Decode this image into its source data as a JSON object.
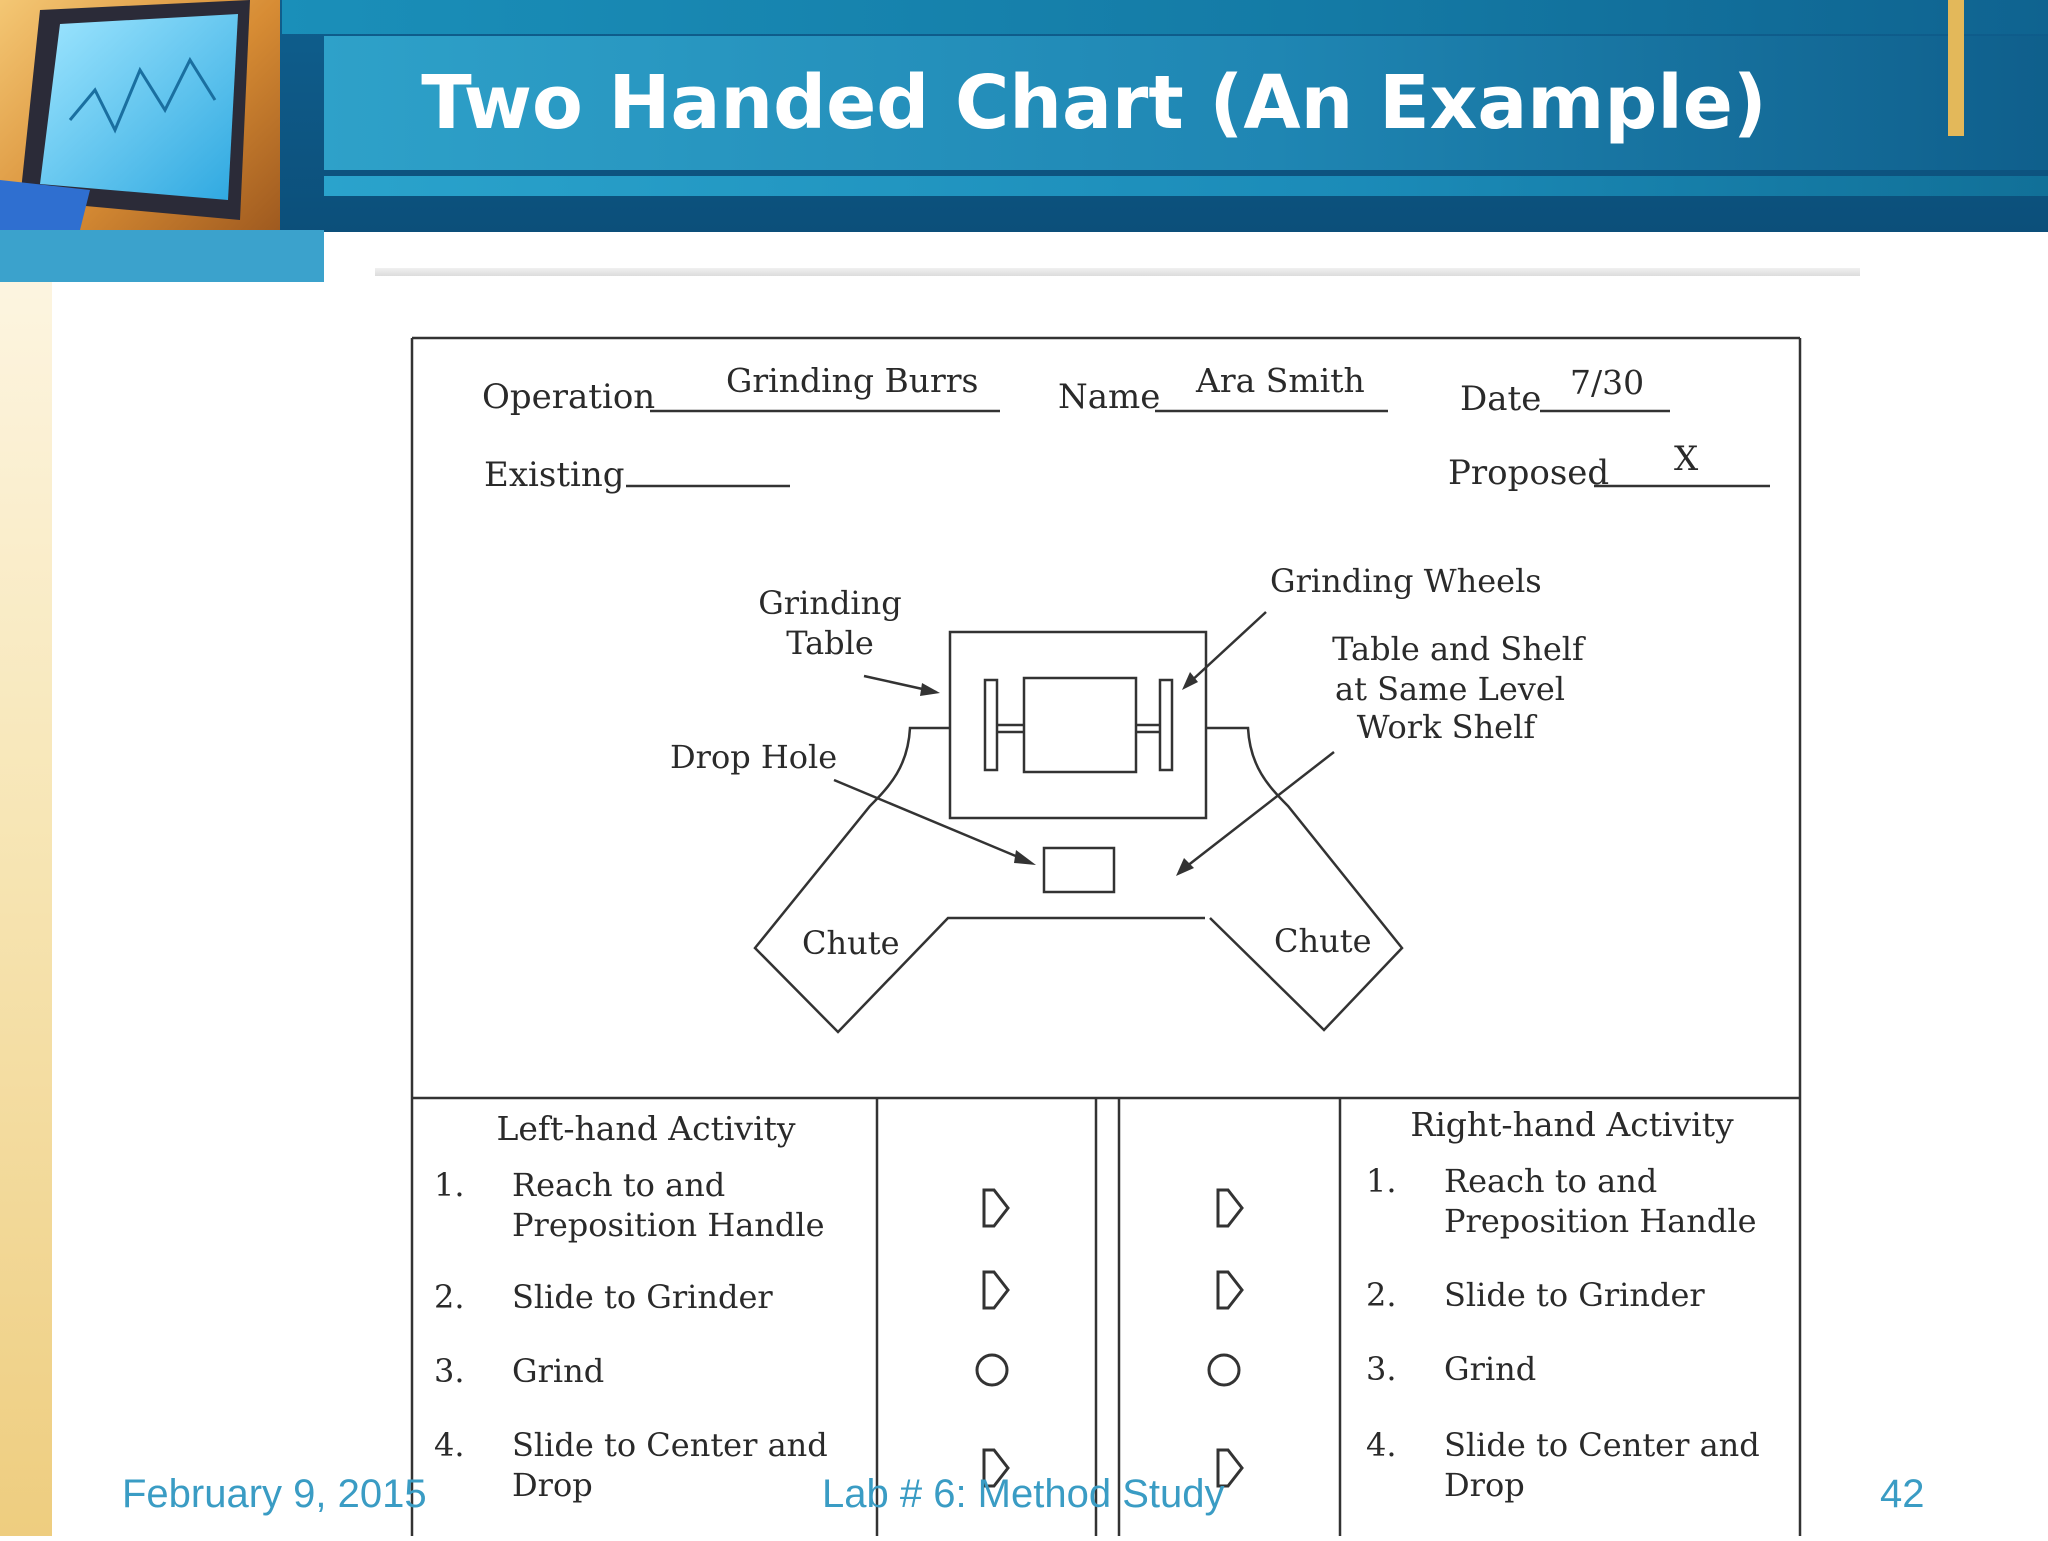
{
  "slide": {
    "title": "Two Handed Chart (An Example)",
    "footer_date": "February 9, 2015",
    "footer_center": "Lab # 6: Method Study",
    "page_number": "42"
  },
  "colors": {
    "header_dark": "#0c4f7a",
    "header_light": "#2ea1c9",
    "accent_gold": "#e3b85a",
    "footer_text": "#3a9cc4"
  },
  "chart_header": {
    "operation_label": "Operation",
    "operation_value": "Grinding Burrs",
    "name_label": "Name",
    "name_value": "Ara Smith",
    "date_label": "Date",
    "date_value": "7/30",
    "existing_label": "Existing",
    "existing_value": "",
    "proposed_label": "Proposed",
    "proposed_value": "X"
  },
  "diagram_labels": {
    "grinding_table_1": "Grinding",
    "grinding_table_2": "Table",
    "grinding_wheels": "Grinding Wheels",
    "shelf_1": "Table and Shelf",
    "shelf_2": "at Same Level",
    "shelf_3": "Work Shelf",
    "drop_hole": "Drop Hole",
    "chute_left": "Chute",
    "chute_right": "Chute"
  },
  "activities": {
    "left_header": "Left-hand Activity",
    "right_header": "Right-hand Activity",
    "left": [
      {
        "num": "1.",
        "line1": "Reach to and",
        "line2": "Preposition Handle",
        "symbol": "transport-arrow"
      },
      {
        "num": "2.",
        "line1": "Slide to Grinder",
        "line2": "",
        "symbol": "transport-arrow"
      },
      {
        "num": "3.",
        "line1": "Grind",
        "line2": "",
        "symbol": "operation-circle"
      },
      {
        "num": "4.",
        "line1": "Slide to Center and",
        "line2": "Drop",
        "symbol": "transport-arrow"
      }
    ],
    "right": [
      {
        "num": "1.",
        "line1": "Reach to and",
        "line2": "Preposition Handle",
        "symbol": "transport-arrow"
      },
      {
        "num": "2.",
        "line1": "Slide to Grinder",
        "line2": "",
        "symbol": "transport-arrow"
      },
      {
        "num": "3.",
        "line1": "Grind",
        "line2": "",
        "symbol": "operation-circle"
      },
      {
        "num": "4.",
        "line1": "Slide to Center and",
        "line2": "Drop",
        "symbol": "transport-arrow"
      }
    ]
  }
}
